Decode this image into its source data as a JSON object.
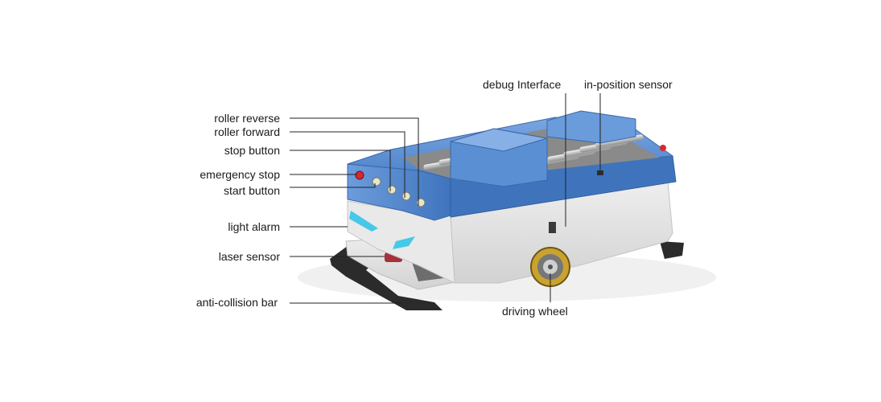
{
  "labels": {
    "roller_reverse": "roller reverse",
    "roller_forward": "roller forward",
    "stop_button": "stop button",
    "emergency_stop": "emergency stop",
    "start_button": "start button",
    "light_alarm": "light alarm",
    "laser_sensor": "laser sensor",
    "anti_collision_bar": "anti-collision bar",
    "debug_interface": "debug Interface",
    "in_position_sensor": "in-position sensor",
    "driving_wheel": "driving wheel"
  },
  "colors": {
    "top_blue": "#5b8fd3",
    "top_blue_dark": "#3e6fb5",
    "body_grey": "#e4e4e4",
    "body_grey_dark": "#c9c9c9",
    "bumper": "#2a2a2a",
    "roller": "#d9d9d9",
    "alarm_cyan": "#46c8e8",
    "estop_red": "#d8282f",
    "wheel_tread": "#c9a230"
  }
}
